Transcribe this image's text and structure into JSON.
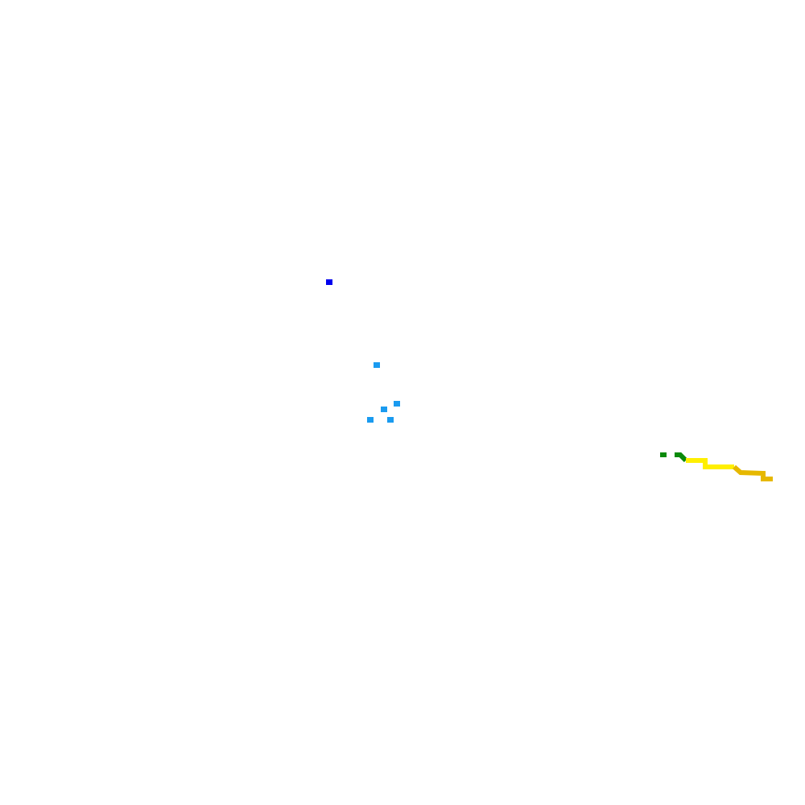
{
  "map": {
    "background_color": "#ffffff",
    "point_markers": [
      {
        "kind": "blue-station",
        "color": "#0000ee"
      },
      {
        "kind": "light-blue-station",
        "color": "#1a9bf0"
      },
      {
        "kind": "light-blue-station",
        "color": "#1a9bf0"
      },
      {
        "kind": "light-blue-station",
        "color": "#1a9bf0"
      },
      {
        "kind": "light-blue-station",
        "color": "#1a9bf0"
      },
      {
        "kind": "light-blue-station",
        "color": "#1a9bf0"
      }
    ],
    "track_segments": [
      {
        "kind": "green-track",
        "color": "#0a8a0a"
      },
      {
        "kind": "yellow-track",
        "color": "#ffef00"
      },
      {
        "kind": "gold-track",
        "color": "#e6b800"
      }
    ]
  }
}
